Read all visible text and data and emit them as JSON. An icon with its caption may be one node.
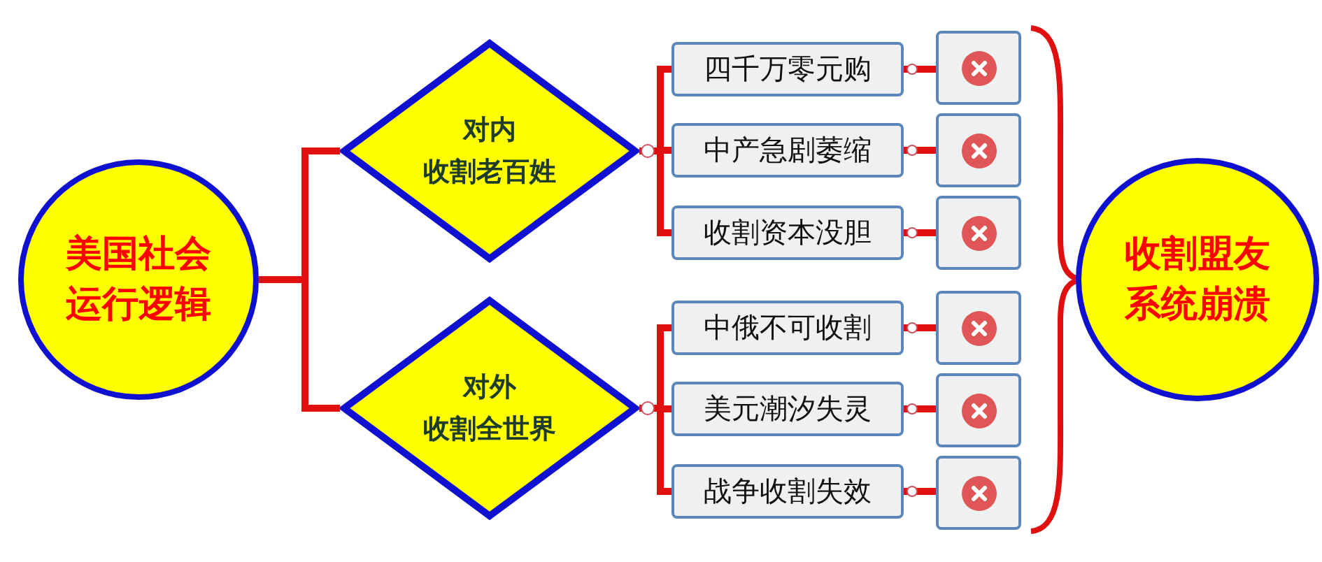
{
  "diagram": {
    "nodes": [
      {
        "text": [
          "美国社会运行逻辑"
        ]
      },
      {
        "text": [
          "对内",
          "收割老百姓"
        ]
      },
      {
        "text": [
          "对外",
          "收割全世界"
        ]
      },
      {
        "text": [
          "四千万零元购"
        ]
      },
      {
        "text": [
          "中产急剧萎缩"
        ]
      },
      {
        "text": [
          "收割资本没胆"
        ]
      },
      {
        "text": [
          "中俄不可收割"
        ]
      },
      {
        "text": [
          "美元潮汐失灵"
        ]
      },
      {
        "text": [
          "战争收割失效"
        ]
      },
      {
        "text": [],
        "shape": "box"
      },
      {
        "text": [],
        "shape": "box"
      },
      {
        "text": [],
        "shape": "box"
      },
      {
        "text": [],
        "shape": "box"
      },
      {
        "text": [],
        "shape": "box"
      },
      {
        "text": [],
        "shape": "box"
      },
      {
        "text": [
          "收割盟友系统崩溃"
        ]
      }
    ],
    "edges": [
      {
        "from": 0,
        "to": 1,
        "arrow": "none"
      },
      {
        "from": 0,
        "to": 2,
        "arrow": "none"
      },
      {
        "from": 1,
        "to": 3,
        "arrow": "none"
      },
      {
        "from": 1,
        "to": 4,
        "arrow": "none"
      },
      {
        "from": 1,
        "to": 5,
        "arrow": "none"
      },
      {
        "from": 2,
        "to": 6,
        "arrow": "none"
      },
      {
        "from": 2,
        "to": 7,
        "arrow": "none"
      },
      {
        "from": 2,
        "to": 8,
        "arrow": "none"
      },
      {
        "from": 3,
        "to": 9,
        "arrow": "none"
      },
      {
        "from": 4,
        "to": 10,
        "arrow": "none"
      },
      {
        "from": 5,
        "to": 11,
        "arrow": "none"
      },
      {
        "from": 6,
        "to": 12,
        "arrow": "none"
      },
      {
        "from": 7,
        "to": 13,
        "arrow": "none"
      },
      {
        "from": 8,
        "to": 14,
        "arrow": "none"
      }
    ]
  }
}
